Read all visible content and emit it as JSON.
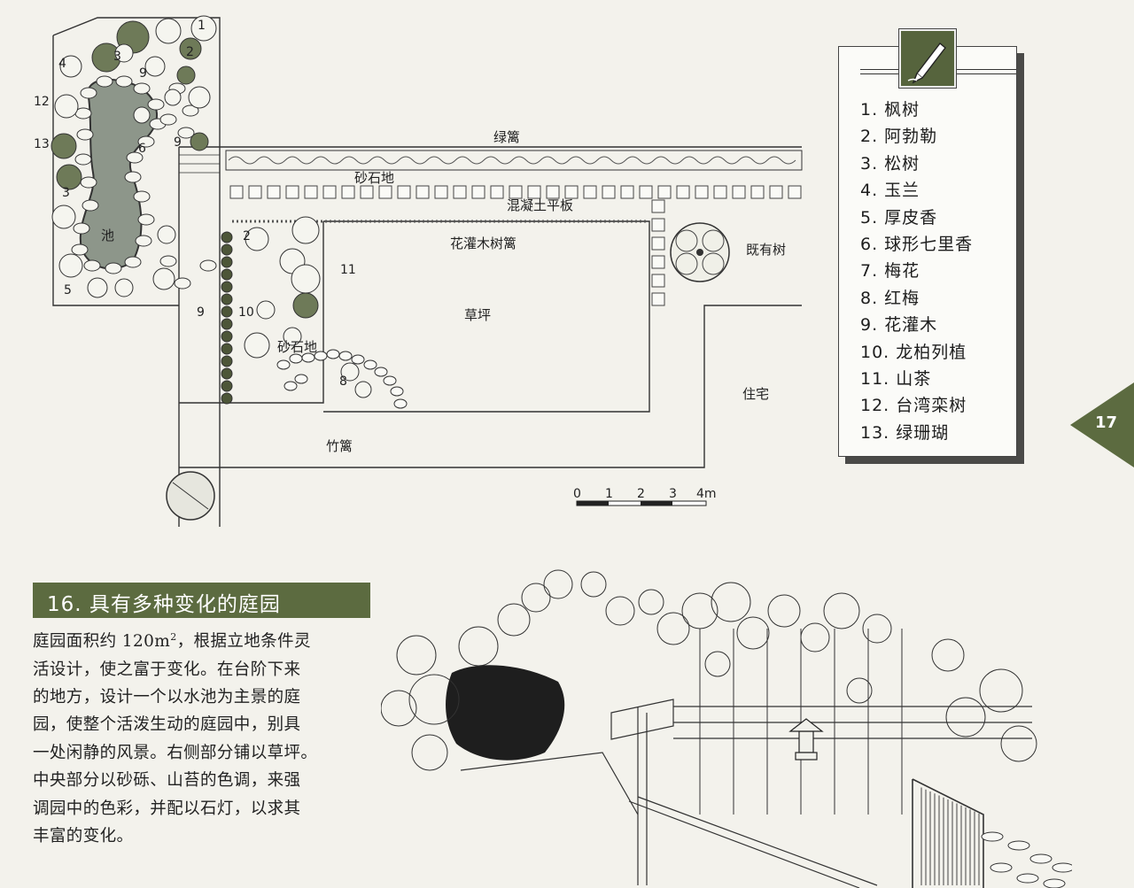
{
  "plan": {
    "labels": {
      "hedge_green": "绿篱",
      "gravel_top": "砂石地",
      "concrete_slab": "混凝土平板",
      "shrub_hedge": "花灌木树篱",
      "lawn": "草坪",
      "existing_tree": "既有树",
      "residence": "住宅",
      "gravel_center": "砂石地",
      "bamboo_fence": "竹篱",
      "pond": "池"
    },
    "markers": [
      "1",
      "2",
      "3",
      "4",
      "5",
      "6",
      "9",
      "12",
      "13",
      "3",
      "9",
      "2",
      "9",
      "10",
      "11",
      "8"
    ],
    "scale_ticks": [
      "0",
      "1",
      "2",
      "3",
      "4m"
    ]
  },
  "legend": {
    "items": [
      "1. 枫树",
      "2. 阿勃勒",
      "3. 松树",
      "4. 玉兰",
      "5. 厚皮香",
      "6. 球形七里香",
      "7. 梅花",
      "8. 红梅",
      "9. 花灌木",
      "10. 龙柏列植",
      "11. 山茶",
      "12. 台湾栾树",
      "13. 绿珊瑚"
    ]
  },
  "page_number": "17",
  "section": {
    "title": "16. 具有多种变化的庭园"
  },
  "description": {
    "line1_a": "庭园面积约 120m",
    "line1_sup": "2",
    "line1_b": "，根据立地条件灵",
    "lines": [
      "活设计，使之富于变化。在台阶下来",
      "的地方，设计一个以水池为主景的庭",
      "园，使整个活泼生动的庭园中，别具",
      "一处闲静的风景。右侧部分铺以草坪。",
      "中央部分以砂砾、山苔的色调，来强",
      "调园中的色彩，并配以石灯，以求其",
      "丰富的变化。"
    ]
  },
  "colors": {
    "title_bar": "#5c6b40",
    "plant_fill": "#6e7a58",
    "pond_fill": "#8d968a",
    "paper": "#f3f2ec"
  }
}
